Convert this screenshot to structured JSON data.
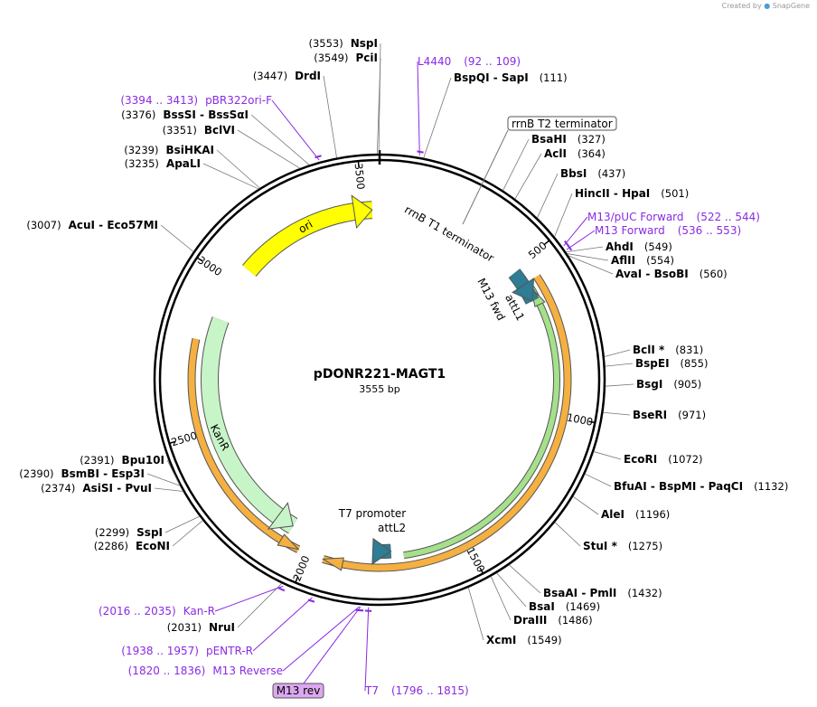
{
  "credit": {
    "prefix": "Created by",
    "brand": "SnapGene"
  },
  "plasmid": {
    "name": "pDONR221-MAGT1",
    "length_label": "3555 bp",
    "length": 3555
  },
  "colors": {
    "backbone": "#000000",
    "primer": "#8a2be2",
    "ori": "#ffff00",
    "kanr": "#c8f5c8",
    "att": "#2e7d94",
    "orange_ring": "#f5b041",
    "green_ring": "#a5e08a",
    "line": "#777777"
  },
  "ticks": [
    {
      "label": "500",
      "bp": 500
    },
    {
      "label": "1000",
      "bp": 1000
    },
    {
      "label": "1500",
      "bp": 1500
    },
    {
      "label": "2000",
      "bp": 2000
    },
    {
      "label": "2500",
      "bp": 2500
    },
    {
      "label": "3000",
      "bp": 3000
    },
    {
      "label": "3500",
      "bp": 3500
    }
  ],
  "enzymes": [
    {
      "pos": "(3553)",
      "name": "NspI",
      "bp": 3553
    },
    {
      "pos": "(3549)",
      "name": "PciI",
      "bp": 3549
    },
    {
      "pos": "(3447)",
      "name": "DrdI",
      "bp": 3447
    },
    {
      "pos": "(3376)",
      "name": "BssSI  - BssSαI",
      "bp": 3376
    },
    {
      "pos": "(3351)",
      "name": "BclVI",
      "bp": 3351
    },
    {
      "pos": "(3239)",
      "name": "BsiHKAI",
      "bp": 3239
    },
    {
      "pos": "(3235)",
      "name": "ApaLI",
      "bp": 3235
    },
    {
      "pos": "(3007)",
      "name": "AcuI  - Eco57MI",
      "bp": 3007
    },
    {
      "pos": "(111)",
      "name": "BspQI  - SapI",
      "bp": 111
    },
    {
      "pos": "(327)",
      "name": "BsaHI",
      "bp": 327
    },
    {
      "pos": "(364)",
      "name": "AclI",
      "bp": 364
    },
    {
      "pos": "(437)",
      "name": "BbsI",
      "bp": 437
    },
    {
      "pos": "(501)",
      "name": "HincII  - HpaI",
      "bp": 501
    },
    {
      "pos": "(549)",
      "name": "AhdI",
      "bp": 549
    },
    {
      "pos": "(554)",
      "name": "AflII",
      "bp": 554
    },
    {
      "pos": "(560)",
      "name": "AvaI  - BsoBI",
      "bp": 560
    },
    {
      "pos": "(831)",
      "name": "BclI *",
      "bp": 831
    },
    {
      "pos": "(855)",
      "name": "BspEI",
      "bp": 855
    },
    {
      "pos": "(905)",
      "name": "BsgI",
      "bp": 905
    },
    {
      "pos": "(971)",
      "name": "BseRI",
      "bp": 971
    },
    {
      "pos": "(1072)",
      "name": "EcoRI",
      "bp": 1072
    },
    {
      "pos": "(1132)",
      "name": "BfuAI  - BspMI  - PaqCI",
      "bp": 1132
    },
    {
      "pos": "(1196)",
      "name": "AleI",
      "bp": 1196
    },
    {
      "pos": "(1275)",
      "name": "StuI *",
      "bp": 1275
    },
    {
      "pos": "(1432)",
      "name": "BsaAI  - PmlI",
      "bp": 1432
    },
    {
      "pos": "(1469)",
      "name": "BsaI",
      "bp": 1469
    },
    {
      "pos": "(1486)",
      "name": "DraIII",
      "bp": 1486
    },
    {
      "pos": "(1549)",
      "name": "XcmI",
      "bp": 1549
    },
    {
      "pos": "(2031)",
      "name": "NruI",
      "bp": 2031
    },
    {
      "pos": "(2286)",
      "name": "EcoNI",
      "bp": 2286
    },
    {
      "pos": "(2299)",
      "name": "SspI",
      "bp": 2299
    },
    {
      "pos": "(2374)",
      "name": "AsiSI  - PvuI",
      "bp": 2374
    },
    {
      "pos": "(2390)",
      "name": "BsmBI  - Esp3I",
      "bp": 2390
    },
    {
      "pos": "(2391)",
      "name": "Bpu10I",
      "bp": 2391
    }
  ],
  "primers": [
    {
      "name": "L4440",
      "range": "(92 .. 109)",
      "bp": 100
    },
    {
      "name": "pBR322ori-F",
      "range": "(3394 .. 3413)",
      "bp": 3403
    },
    {
      "name": "M13/pUC Forward",
      "range": "(522 .. 544)",
      "bp": 533
    },
    {
      "name": "M13 Forward",
      "range": "(536 .. 553)",
      "bp": 545
    },
    {
      "name": "Kan-R",
      "range": "(2016 .. 2035)",
      "bp": 2025
    },
    {
      "name": "pENTR-R",
      "range": "(1938 .. 1957)",
      "bp": 1947
    },
    {
      "name": "M13 Reverse",
      "range": "(1820 .. 1836)",
      "bp": 1828
    },
    {
      "name": "T7",
      "range": "(1796 .. 1815)",
      "bp": 1805
    },
    {
      "name": "M13 rev",
      "range": "",
      "bp": 1825
    }
  ],
  "features": {
    "ori": "ori",
    "kanr": "KanR",
    "rrnb_t1": "rrnB T1 terminator",
    "rrnb_t2": "rrnB T2 terminator",
    "m13_fwd": "M13 fwd",
    "attl1": "attL1",
    "t7_promoter": "T7 promoter",
    "attl2": "attL2"
  }
}
